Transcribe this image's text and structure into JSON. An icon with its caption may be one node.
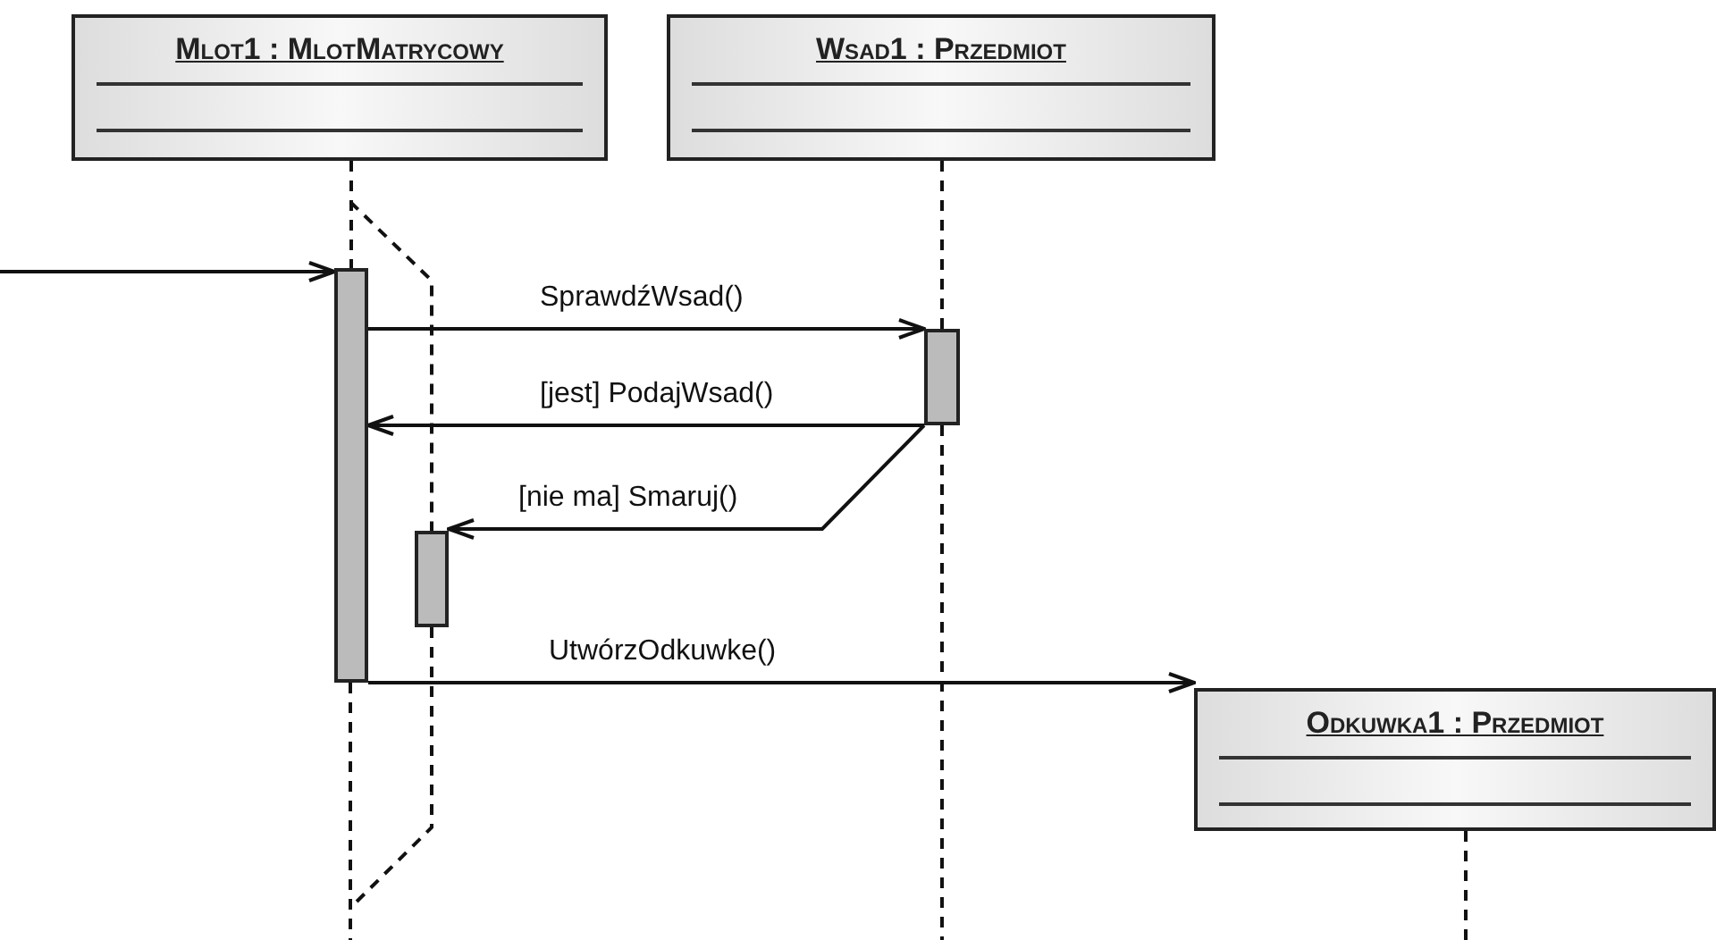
{
  "diagram": {
    "nodes": [
      {
        "text": [
          "Mlot1 : MlotMatrycowy"
        ]
      },
      {
        "text": [
          "Wsad1 : Przedmiot"
        ]
      },
      {
        "text": [
          "Odkuwka1 : Przedmiot"
        ]
      },
      {
        "text": [],
        "shape": "bar"
      },
      {
        "text": [],
        "shape": "bar"
      },
      {
        "text": [],
        "shape": "bar"
      }
    ],
    "edges": [
      {
        "from": 0,
        "to": 3,
        "arrow": "none",
        "style": "dashed"
      },
      {
        "from": 1,
        "to": 4,
        "arrow": "none",
        "style": "dashed"
      },
      {
        "from": null,
        "to": 3,
        "arrow": "to"
      },
      {
        "from": 3,
        "to": 4,
        "arrow": "to",
        "label": "SprawdźWsad()"
      },
      {
        "from": 4,
        "to": 3,
        "arrow": "to",
        "label": "[jest] PodajWsad()"
      },
      {
        "from": 4,
        "to": 5,
        "arrow": "to",
        "label": "[nie ma] Smaruj()"
      },
      {
        "from": 3,
        "to": 2,
        "arrow": "to",
        "label": "UtwórzOdkuwke()"
      },
      {
        "from": 0,
        "to": 5,
        "arrow": "none",
        "style": "dashed"
      },
      {
        "from": 5,
        "to": null,
        "arrow": "none",
        "style": "dashed"
      }
    ]
  }
}
